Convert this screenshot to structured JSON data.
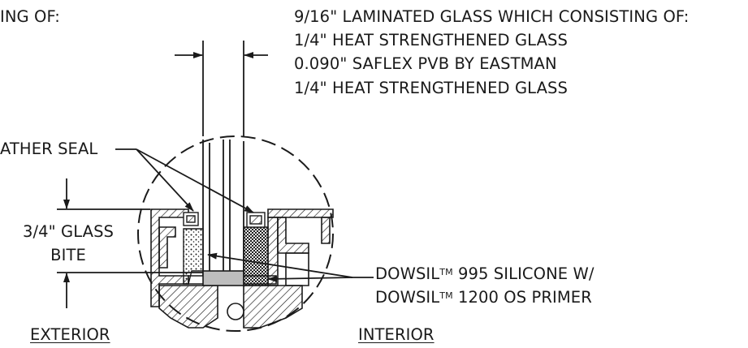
{
  "labels": {
    "left_top": "ING OF:",
    "glass_spec": {
      "line1": "9/16\" LAMINATED GLASS WHICH CONSISTING OF:",
      "line2": "1/4\" HEAT STRENGTHENED GLASS",
      "line3": "0.090\" SAFLEX PVB BY EASTMAN",
      "line4": "1/4\" HEAT STRENGTHENED GLASS"
    },
    "weather_seal": "ATHER SEAL",
    "glass_bite": {
      "line1": "3/4\" GLASS",
      "line2": "BITE"
    },
    "silicone": {
      "line1_brand": "DOWSIL",
      "line1_tm": "TM",
      "line1_rest": " 995 SILICONE W/",
      "line2_brand": "DOWSIL",
      "line2_tm": "TM",
      "line2_rest": " 1200 OS PRIMER"
    },
    "exterior": "EXTERIOR",
    "interior": "INTERIOR"
  },
  "colors": {
    "ink": "#1a1a1a",
    "paper": "#ffffff"
  }
}
